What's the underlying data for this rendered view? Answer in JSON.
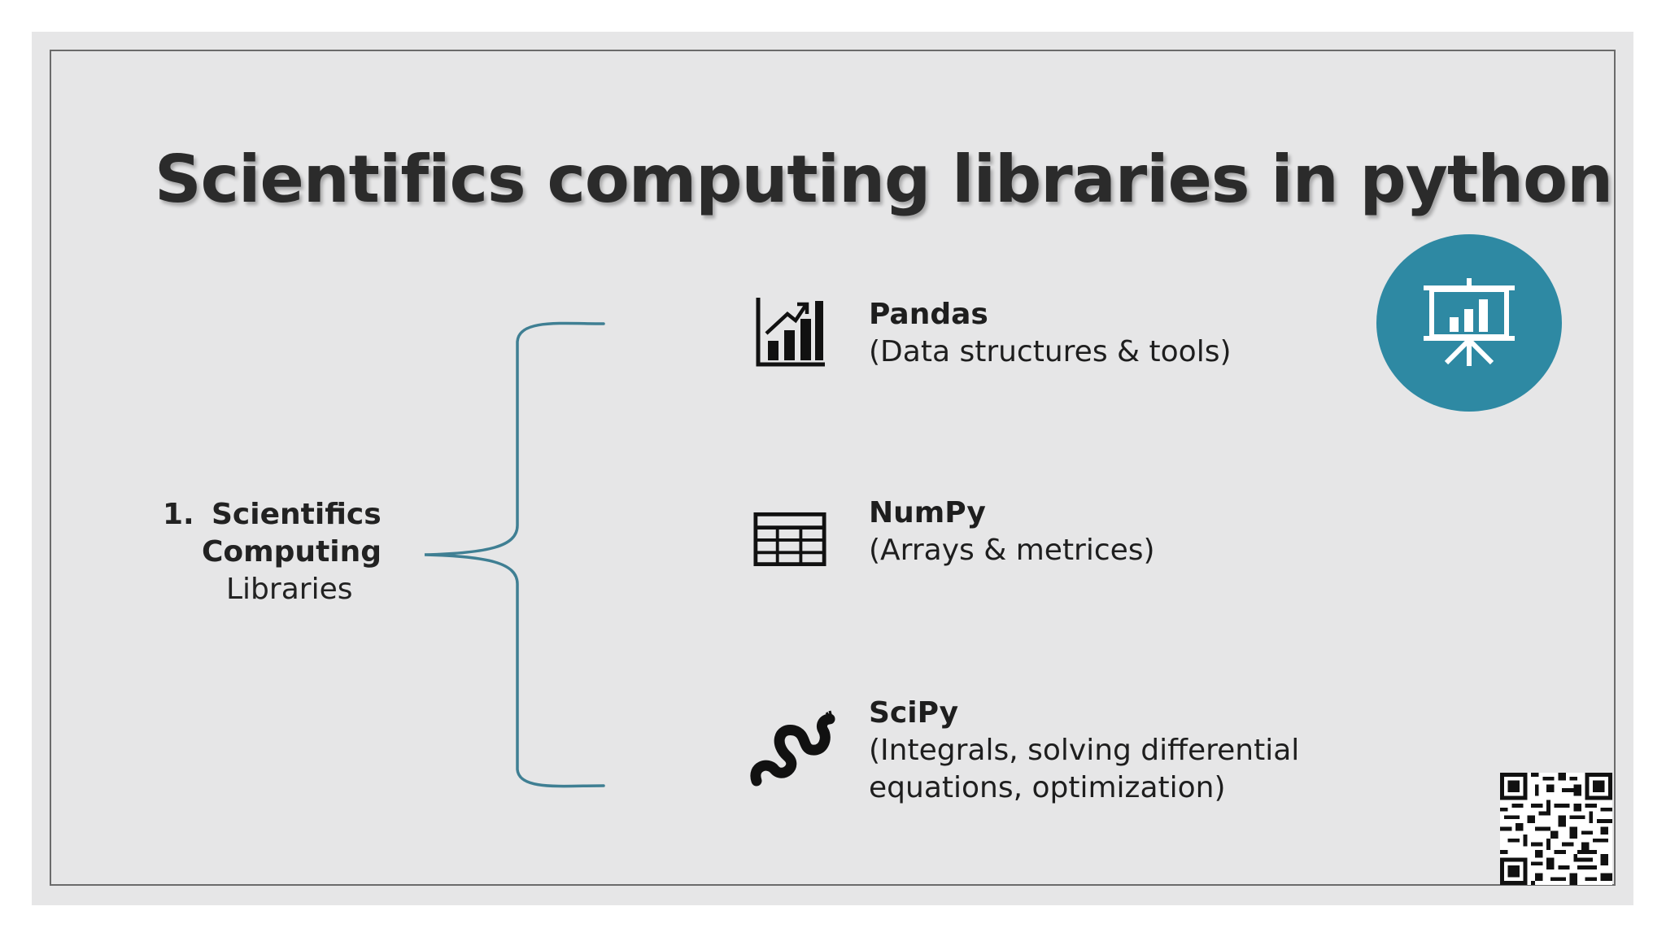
{
  "slide": {
    "title": "Scientifics computing libraries in python",
    "section": {
      "number": "1.",
      "line1": "Scientifics",
      "line2": "Computing",
      "line3": "Libraries"
    },
    "items": [
      {
        "name": "Pandas",
        "description": "(Data structures & tools)",
        "icon": "bar-chart-icon"
      },
      {
        "name": "NumPy",
        "description": "(Arrays & metrices)",
        "icon": "table-grid-icon"
      },
      {
        "name": "SciPy",
        "description": "(Integrals, solving differential equations, optimization)",
        "icon": "snake-icon"
      }
    ],
    "badge_icon": "presentation-chart-icon",
    "colors": {
      "accent": "#2e89a3",
      "brace": "#3f7f93",
      "background": "#e6e6e7",
      "text": "#1e1e1e"
    }
  }
}
